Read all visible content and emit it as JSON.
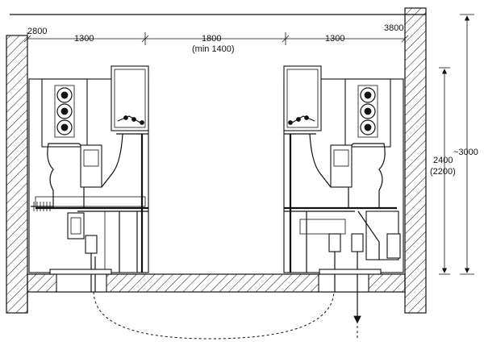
{
  "dimensions": {
    "left_offset": "2800",
    "right_offset": "3800",
    "left_unit_width": "1300",
    "aisle_width": "1800",
    "aisle_min": "(min 1400)",
    "right_unit_width": "1300",
    "room_height": "~3000",
    "unit_height": "2400",
    "unit_height_alt": "(2200)"
  },
  "colors": {
    "line": "#111111",
    "background": "#ffffff"
  }
}
